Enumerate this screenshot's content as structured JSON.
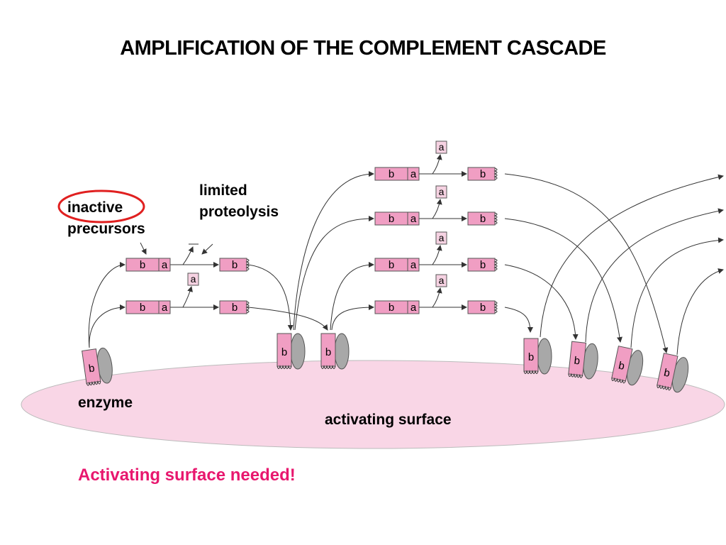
{
  "title": "AMPLIFICATION OF THE COMPLEMENT CASCADE",
  "labels": {
    "inactive": "inactive",
    "precursors": "precursors",
    "limited": "limited",
    "proteolysis": "proteolysis",
    "enzyme": "enzyme",
    "activating_surface": "activating surface"
  },
  "fragment_b": "b",
  "fragment_a": "a",
  "note": "Activating surface needed!",
  "colors": {
    "fragment_pink": "#f09ec3",
    "surface_pink": "#f9d6e6",
    "enzyme_gray": "#a8a8a8",
    "highlight_red": "#e02020",
    "note_magenta": "#e8176e"
  }
}
